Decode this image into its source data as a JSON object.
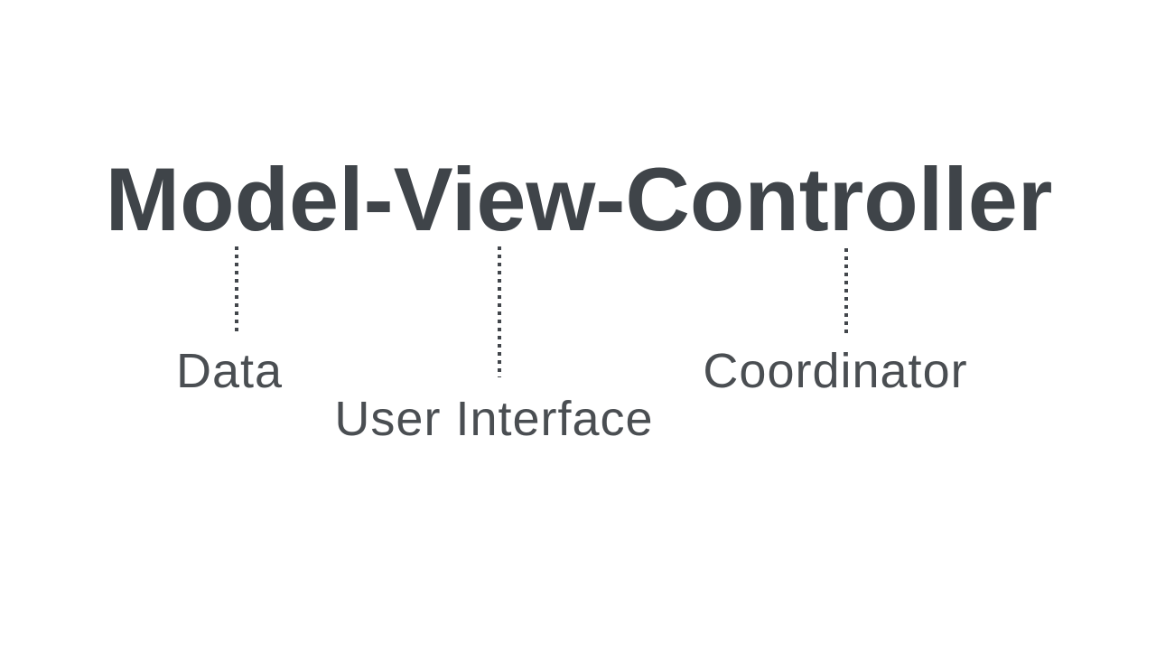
{
  "slide": {
    "title": "Model-View-Controller",
    "annotations": [
      {
        "term": "Model",
        "label": "Data"
      },
      {
        "term": "View",
        "label": "User Interface"
      },
      {
        "term": "Controller",
        "label": "Coordinator"
      }
    ],
    "colors": {
      "background": "#ffffff",
      "title_ink": "#3f4449",
      "label_ink": "#4a4e52",
      "leader_ink": "#42464b"
    }
  }
}
